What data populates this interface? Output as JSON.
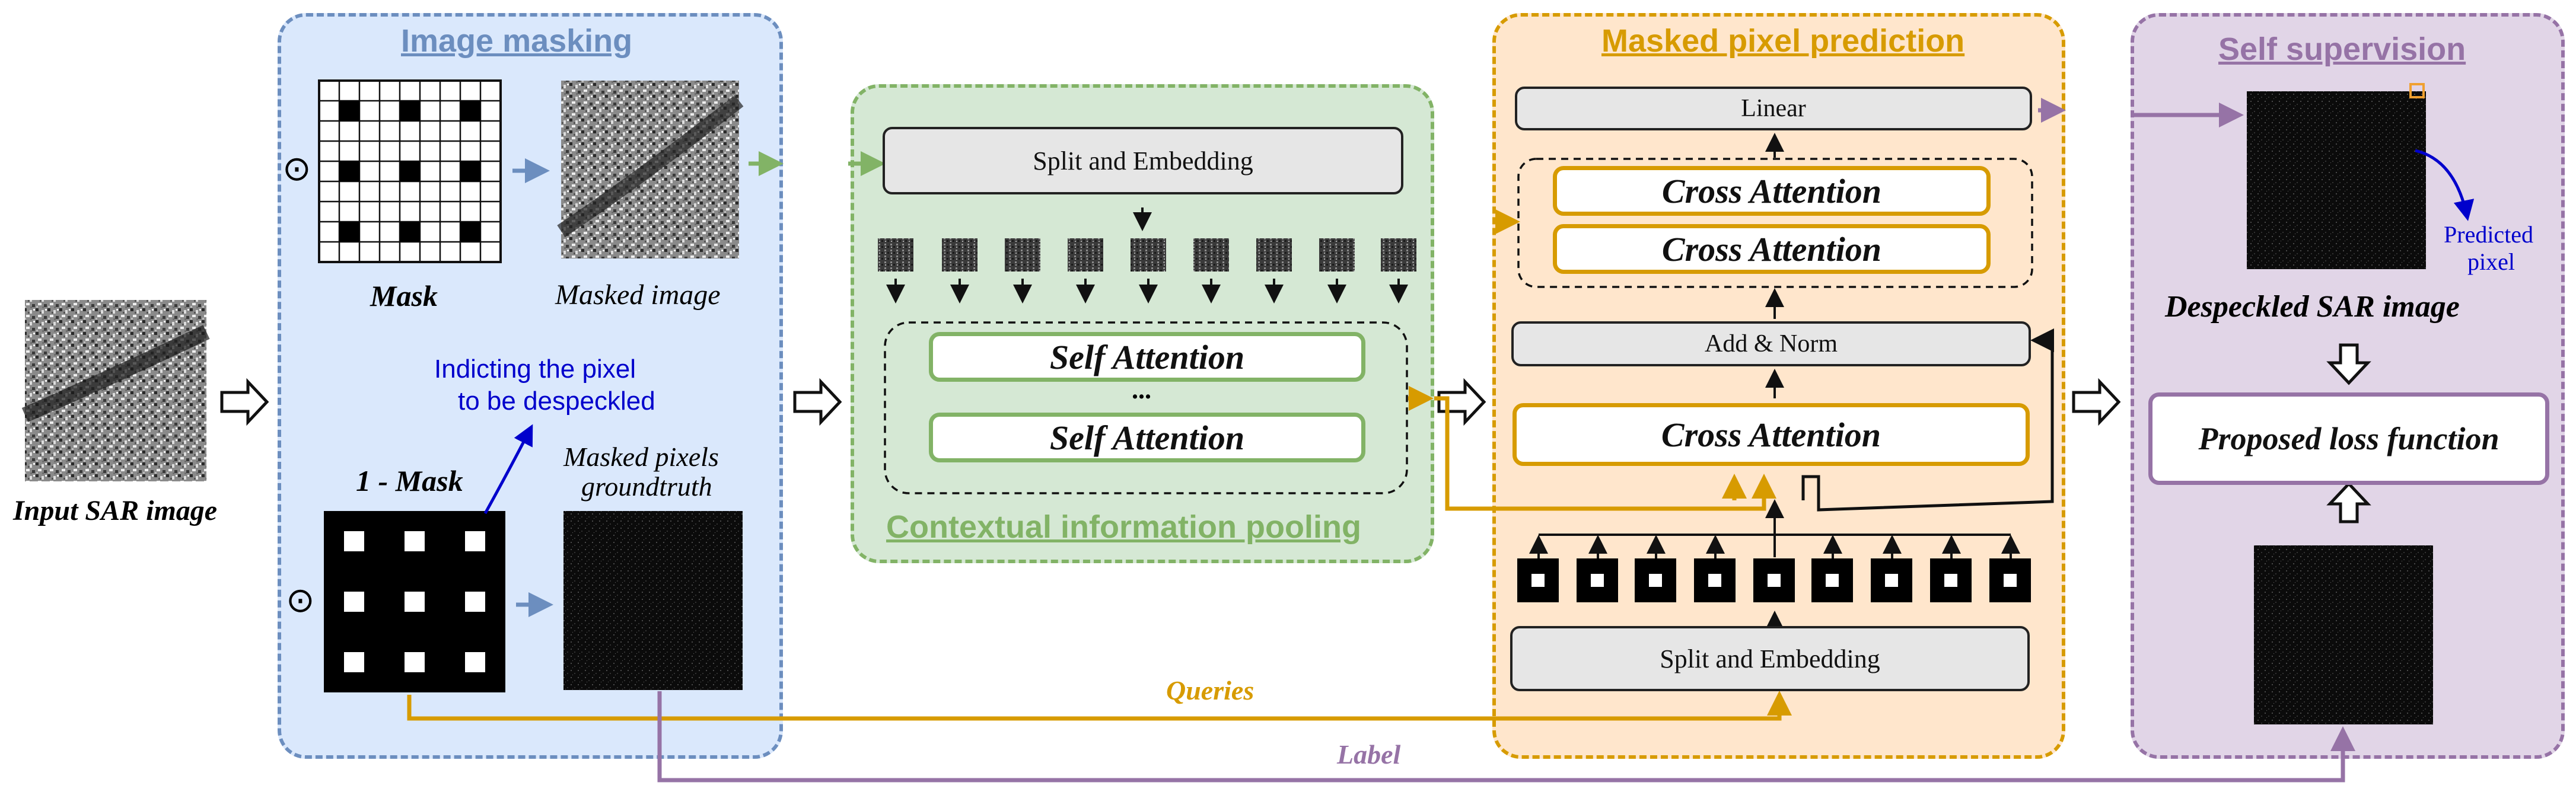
{
  "colors": {
    "blue_panel_fill": "#dae8fc",
    "blue_panel_border": "#6c8ebf",
    "green_panel_fill": "#d5e8d4",
    "green_panel_border": "#82b366",
    "orange_panel_fill": "#ffe6cc",
    "orange_panel_border": "#d79b00",
    "purple_panel_fill": "#e1d5e7",
    "purple_panel_border": "#9673a6",
    "annotation_blue": "#0000cc"
  },
  "input": {
    "label": "Input SAR image"
  },
  "image_masking": {
    "title": "Image masking",
    "mask_label": "Mask",
    "masked_image_label": "Masked image",
    "inv_mask_label": "1 - Mask",
    "annotation_line1": "Indicting the pixel",
    "annotation_line2": "to be despeckled",
    "groundtruth_line1": "Masked pixels",
    "groundtruth_line2": "groundtruth",
    "odot": "⊙"
  },
  "contextual": {
    "title": "Contextual information pooling",
    "split_embed": "Split and Embedding",
    "self_attention_1": "Self Attention",
    "ellipsis": "...",
    "self_attention_2": "Self Attention"
  },
  "prediction": {
    "title": "Masked pixel prediction",
    "linear": "Linear",
    "cross_attention_1": "Cross Attention",
    "cross_attention_2": "Cross Attention",
    "add_norm": "Add & Norm",
    "cross_attention_3": "Cross Attention",
    "split_embed": "Split and Embedding"
  },
  "supervision": {
    "title": "Self supervision",
    "predicted_line1": "Predicted",
    "predicted_line2": "pixel",
    "despeckled_label": "Despeckled SAR image",
    "loss": "Proposed loss function"
  },
  "flows": {
    "queries": "Queries",
    "label": "Label"
  }
}
